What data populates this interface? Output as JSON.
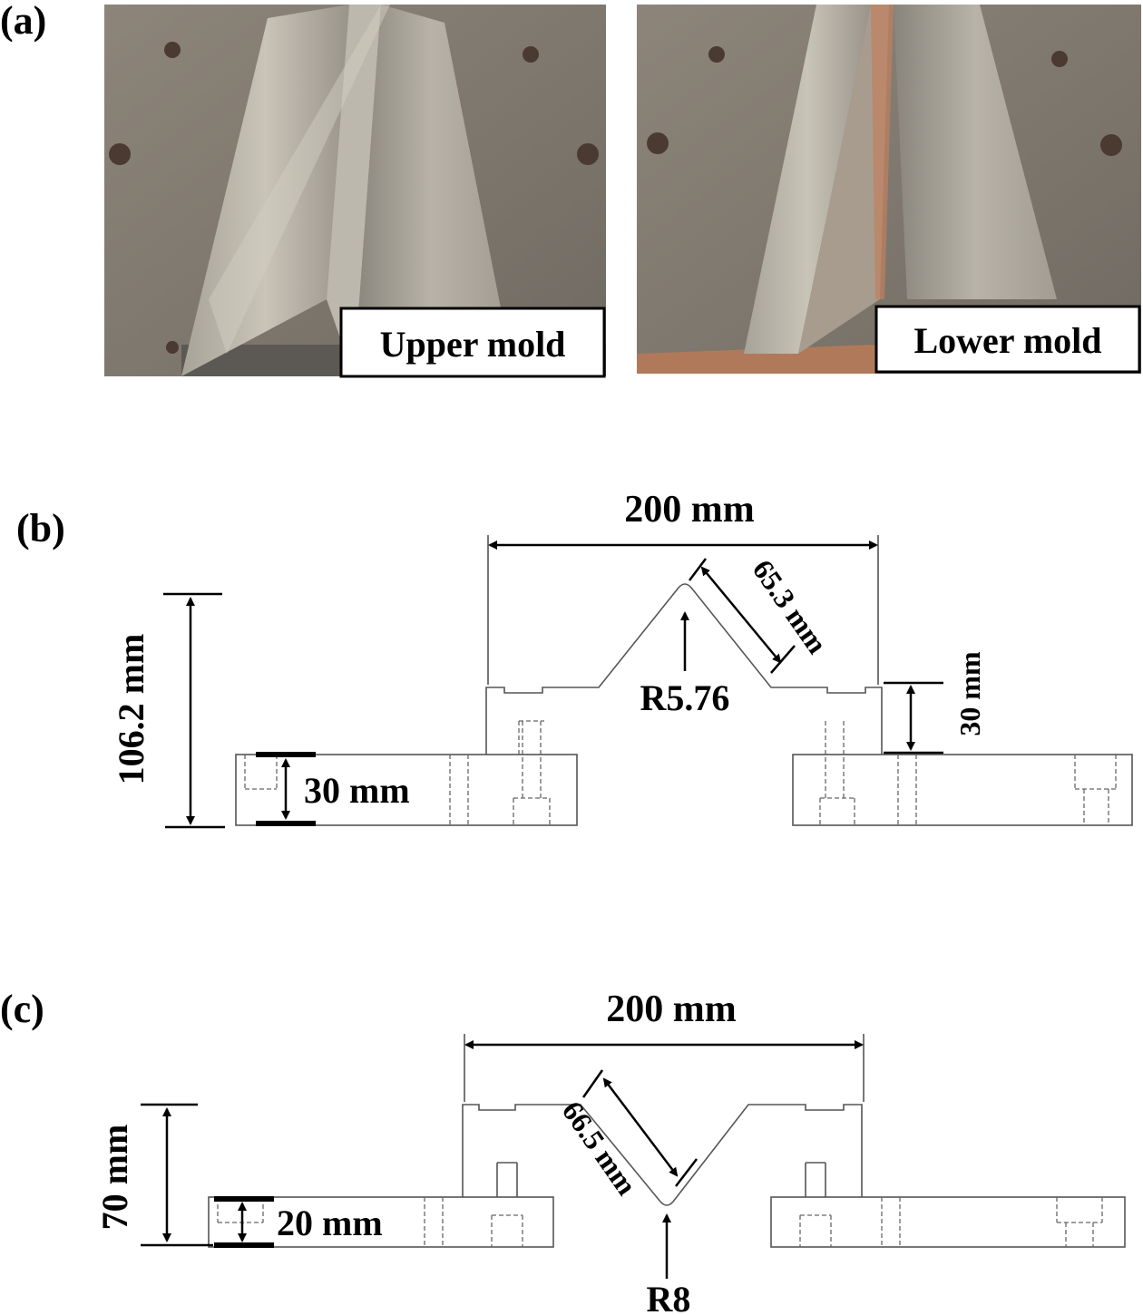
{
  "panels": {
    "a": {
      "label": "(a)",
      "photos": [
        {
          "caption": "Upper mold"
        },
        {
          "caption": "Lower mold"
        }
      ]
    },
    "b": {
      "label": "(b)",
      "width_dim": "200 mm",
      "slope_dim": "65.3 mm",
      "radius": "R5.76",
      "block_height_dim": "30 mm",
      "total_height_dim": "106.2 mm",
      "plate_height_dim": "30 mm"
    },
    "c": {
      "label": "(c)",
      "width_dim": "200 mm",
      "slope_dim": "66.5 mm",
      "radius": "R8",
      "total_height_dim": "70 mm",
      "plate_height_dim": "20 mm"
    }
  }
}
